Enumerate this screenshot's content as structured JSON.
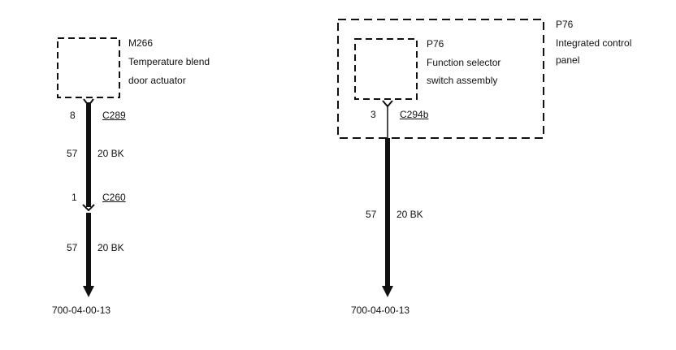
{
  "left": {
    "component": {
      "id": "M266",
      "name_line1": "Temperature blend",
      "name_line2": "door actuator"
    },
    "pin_top": "8",
    "connector_top": "C289",
    "wire1": {
      "circuit": "57",
      "spec": "20 BK"
    },
    "pin_mid": "1",
    "connector_mid": "C260",
    "wire2": {
      "circuit": "57",
      "spec": "20 BK"
    },
    "ground_ref": "700-04-00-13"
  },
  "right": {
    "outer": {
      "id": "P76",
      "name_line1": "Integrated control",
      "name_line2": "panel"
    },
    "inner": {
      "id": "P76",
      "name_line1": "Function selector",
      "name_line2": "switch assembly"
    },
    "pin": "3",
    "connector": "C294b",
    "wire": {
      "circuit": "57",
      "spec": "20 BK"
    },
    "ground_ref": "700-04-00-13"
  }
}
